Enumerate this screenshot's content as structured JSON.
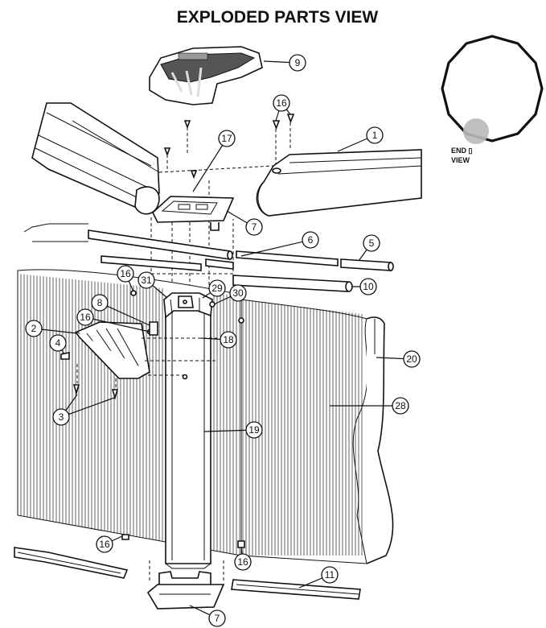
{
  "title": "EXPLODED PARTS VIEW",
  "end_view": {
    "line1": "END ▯",
    "line2": "VIEW",
    "highlight_color": "#b9b9b9"
  },
  "callouts": [
    {
      "id": "c9",
      "label": "9"
    },
    {
      "id": "c16a",
      "label": "16"
    },
    {
      "id": "c17",
      "label": "17"
    },
    {
      "id": "c1",
      "label": "1"
    },
    {
      "id": "c7a",
      "label": "7"
    },
    {
      "id": "c6",
      "label": "6"
    },
    {
      "id": "c5",
      "label": "5"
    },
    {
      "id": "c16b",
      "label": "16"
    },
    {
      "id": "c31",
      "label": "31"
    },
    {
      "id": "c29",
      "label": "29"
    },
    {
      "id": "c30",
      "label": "30"
    },
    {
      "id": "c10",
      "label": "10"
    },
    {
      "id": "c8",
      "label": "8"
    },
    {
      "id": "c16c",
      "label": "16"
    },
    {
      "id": "c2",
      "label": "2"
    },
    {
      "id": "c18",
      "label": "18"
    },
    {
      "id": "c4",
      "label": "4"
    },
    {
      "id": "c20",
      "label": "20"
    },
    {
      "id": "c28",
      "label": "28"
    },
    {
      "id": "c3",
      "label": "3"
    },
    {
      "id": "c19",
      "label": "19"
    },
    {
      "id": "c16d",
      "label": "16"
    },
    {
      "id": "c16e",
      "label": "16"
    },
    {
      "id": "c11",
      "label": "11"
    },
    {
      "id": "c7b",
      "label": "7"
    }
  ]
}
